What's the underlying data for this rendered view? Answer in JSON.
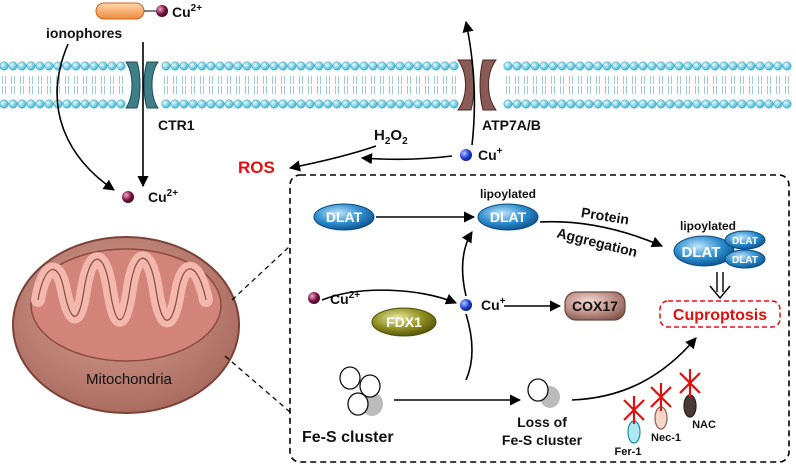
{
  "labels": {
    "ionophores": "ionophores",
    "cu2_top": "Cu",
    "cu2_top_sup": "2+",
    "ctr1": "CTR1",
    "atp7ab": "ATP7A/B",
    "h2o2_main": "H",
    "h2o2_sub1": "2",
    "h2o2_o": "O",
    "h2o2_sub2": "2",
    "ros": "ROS",
    "cu_plus_top": "Cu",
    "cu_plus_top_sup": "+",
    "cu2_mid": "Cu",
    "cu2_mid_sup": "2+",
    "mitochondria": "Mitochondria",
    "dlat_left": "DLAT",
    "lipoylated_1": "lipoylated",
    "dlat_mid": "DLAT",
    "protein": "Protein",
    "aggregation": "Aggregation",
    "lipoylated_2": "lipoylated",
    "dlat_big": "DLAT",
    "dlat_small_1": "DLAT",
    "dlat_small_2": "DLAT",
    "cu2_inner": "Cu",
    "cu2_inner_sup": "2+",
    "fdx1": "FDX1",
    "cu_plus_inner": "Cu",
    "cu_plus_inner_sup": "+",
    "cox17": "COX17",
    "cuproptosis": "Cuproptosis",
    "fes_cluster": "Fe-S cluster",
    "loss_of": "Loss of",
    "loss_fes": "Fe-S cluster",
    "fer1": "Fer-1",
    "nec1": "Nec-1",
    "nac": "NAC"
  },
  "colors": {
    "membrane_head": "#7fd3e6",
    "dlat_blue": "#2f8fd0",
    "fdx1_olive": "#8a8a1c",
    "cox17_brown": "#b98a80",
    "mito_outer": "#c98b80",
    "ros_red": "#e01010",
    "cu2_dot": "#7a1040",
    "cu_plus_dot": "#1c3fd6"
  }
}
